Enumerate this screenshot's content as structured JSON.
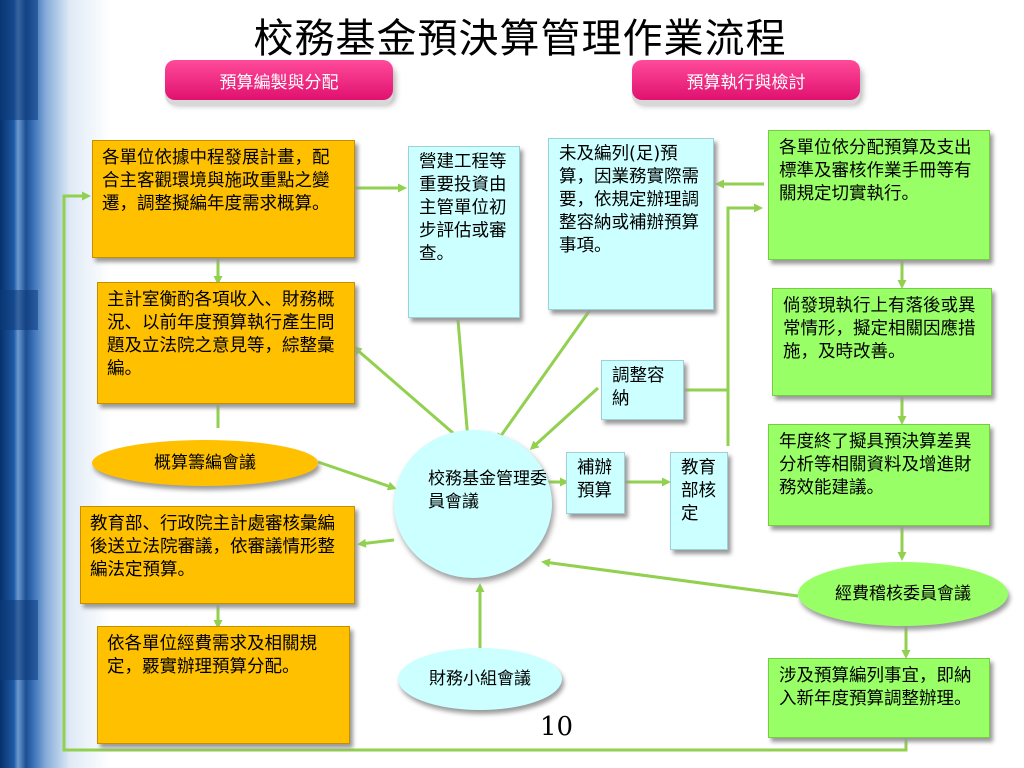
{
  "title": "校務基金預決算管理作業流程",
  "headers": {
    "left": "預算編製與分配",
    "right": "預算執行與檢討"
  },
  "left_boxes": [
    "各單位依據中程發展計畫，配合主客觀環境與施政重點之變遷，調整擬編年度需求概算。",
    "主計室衡酌各項收入、財務概況、以前年度預算執行產生問題及立法院之意見等，綜整彙編。",
    "教育部、行政院主計處審核彙編後送立法院審議，依審議情形整編法定預算。",
    "依各單位經費需求及相關規定，覈實辦理預算分配。"
  ],
  "left_meeting": "概算籌編會議",
  "middle_boxes": {
    "construction": "營建工程等重要投資由主管單位初步評估或審查。",
    "unbudgeted": "未及編列(足)預算，因業務實際需要，依規定辦理調整容納或補辦預算事項。",
    "adjust": "調整容納",
    "supplement": "補辦預算",
    "moe": "教育部核定"
  },
  "center_meeting": "校務基金管理委員會議",
  "finance_meeting": "財務小組會議",
  "right_boxes": [
    "各單位依分配預算及支出標準及審核作業手冊等有關規定切實執行。",
    "倘發現執行上有落後或異常情形，擬定相關因應措施，及時改善。",
    "年度終了擬具預決算差異分析等相關資料及增進財務效能建議。",
    "涉及預算編列事宜，即納入新年度預算調整辦理。"
  ],
  "audit_meeting": "經費稽核委員會議",
  "page_number": "10",
  "colors": {
    "orange": "#ffc000",
    "cyan": "#ccffff",
    "green": "#99ff66",
    "arrow": "#92d050",
    "header": "#e0116f"
  }
}
